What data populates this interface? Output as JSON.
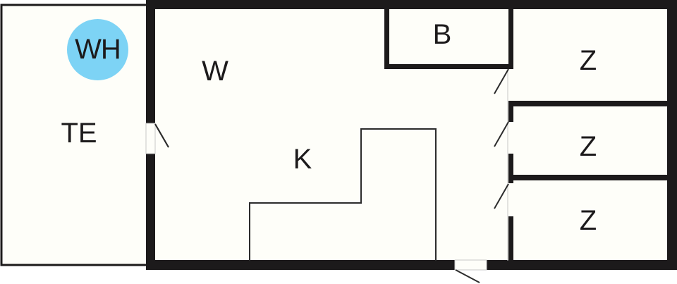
{
  "floorplan": {
    "colors": {
      "wall": "#1c1a1b",
      "floor": "#fefef9",
      "background": "#ffffff",
      "badge": "#7dd3f5",
      "thin_line": "#3a3a3a"
    },
    "rooms": [
      {
        "id": "terrace",
        "label": "TE"
      },
      {
        "id": "living",
        "label": "W"
      },
      {
        "id": "kitchen",
        "label": "K"
      },
      {
        "id": "bathroom",
        "label": "B"
      },
      {
        "id": "bedroom-1",
        "label": "Z"
      },
      {
        "id": "bedroom-2",
        "label": "Z"
      },
      {
        "id": "bedroom-3",
        "label": "Z"
      }
    ],
    "badge": {
      "label": "WH"
    }
  }
}
